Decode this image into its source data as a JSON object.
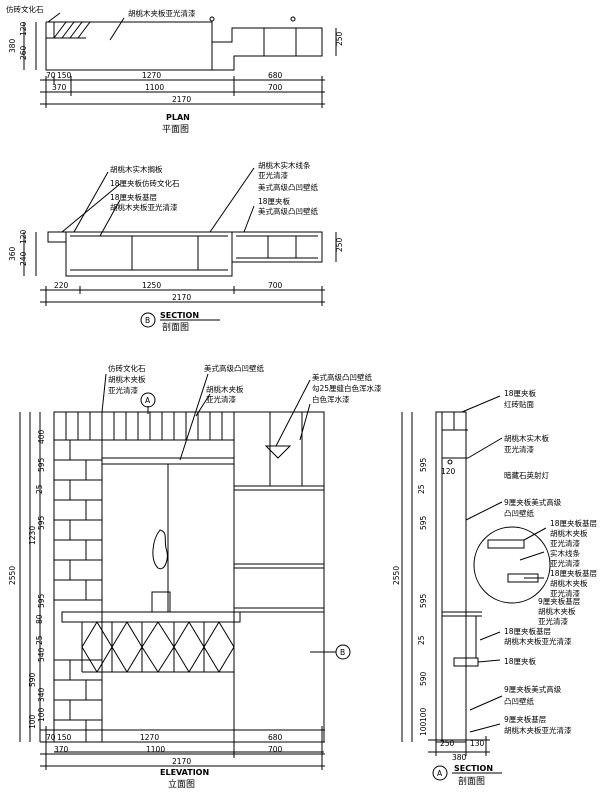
{
  "plan": {
    "title": "PLAN",
    "subtitle": "平面图",
    "labels": [
      "仿砖文化石",
      "胡桃木夹板亚光清漆"
    ],
    "dims_left": [
      "380",
      "260",
      "120"
    ],
    "dims_right": [
      "250"
    ],
    "dims_top_row": [
      "70",
      "150",
      "1270",
      "680"
    ],
    "dims_mid_row": [
      "370",
      "1100",
      "700"
    ],
    "dims_total": "2170"
  },
  "section_b": {
    "title": "SECTION",
    "subtitle": "剖面图",
    "marker": "B",
    "labels_left": [
      "胡桃木实木搁板",
      "18厘夹板仿砖文化石",
      "18厘夹板基层",
      "胡桃木夹板亚光清漆"
    ],
    "labels_right": [
      "胡桃木实木线条",
      "亚光清漆",
      "美式高级凸凹壁纸",
      "18厘夹板",
      "美式高级凸凹壁纸"
    ],
    "dims_left": [
      "360",
      "240",
      "120"
    ],
    "dims_right": [
      "250"
    ],
    "dims_row": [
      "220",
      "1250",
      "700"
    ],
    "dims_total": "2170"
  },
  "elevation": {
    "title": "ELEVATION",
    "subtitle": "立面图",
    "labels": [
      "仿砖文化石",
      "胡桃木夹板",
      "亚光清漆",
      "美式高级凸凹壁纸",
      "胡桃木夹板",
      "亚光清漆",
      "美式高级凸凹壁纸",
      "勾25厘缝白色浑水漆",
      "白色浑水漆"
    ],
    "marker_a": "A",
    "marker_b": "B",
    "dims_left_total": "2550",
    "dims_left_mid": "1230",
    "dims_left": [
      "400",
      "595",
      "25",
      "595",
      "595",
      "80",
      "25",
      "540",
      "590",
      "340",
      "100",
      "100"
    ],
    "dims_top_row": [
      "70",
      "150",
      "1270",
      "680"
    ],
    "dims_mid_row": [
      "370",
      "1100",
      "700"
    ],
    "dims_total": "2170"
  },
  "section_a": {
    "title": "SECTION",
    "subtitle": "剖面图",
    "marker": "A",
    "labels": [
      "18厘夹板",
      "红砖贴面",
      "胡桃木实木板",
      "亚光清漆",
      "暗藏石英射灯",
      "9厘夹板美式高级",
      "凸凹壁纸",
      "18厘夹板基层",
      "胡桃木夹板",
      "亚光清漆",
      "实木线条",
      "亚光清漆",
      "18厘夹板基层",
      "胡桃木夹板",
      "亚光清漆",
      "9厘夹板基层",
      "胡桃木夹板",
      "亚光清漆",
      "18厘夹板基层",
      "胡桃木夹板亚光清漆",
      "18厘夹板",
      "9厘夹板美式高级",
      "凸凹壁纸",
      "9厘夹板基层",
      "胡桃木夹板亚光清漆"
    ],
    "dim_small": "120",
    "dims_left": [
      "2550",
      "595",
      "25",
      "595",
      "595",
      "25",
      "590",
      "100",
      "100"
    ],
    "dims_bottom": [
      "250",
      "130"
    ],
    "dims_total": "380"
  }
}
